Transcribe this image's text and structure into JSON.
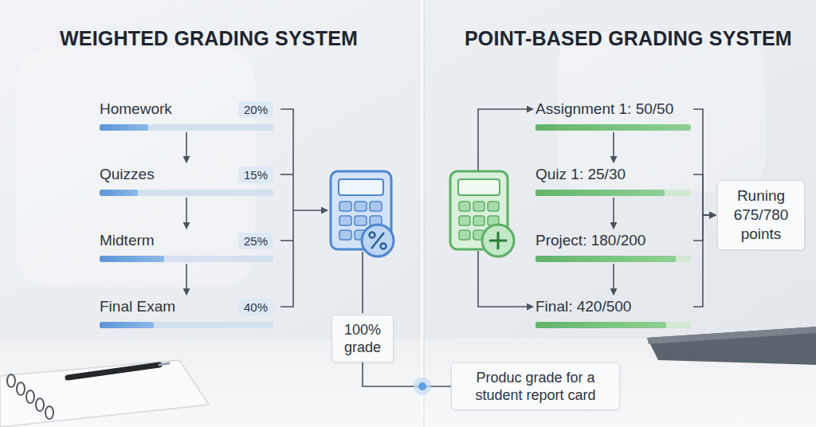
{
  "diagram": {
    "nodes": [
      {
        "text": [
          "Homework",
          "20%"
        ]
      },
      {
        "text": [
          "Quizzes",
          "15%"
        ]
      },
      {
        "text": [
          "Midterm",
          "25%"
        ]
      },
      {
        "text": [
          "Final Exam",
          "40%"
        ]
      },
      {
        "text": [
          "100% grade"
        ]
      },
      {
        "text": [
          "Produc grade for a student report card"
        ]
      },
      {
        "text": [
          "Assignment 1: 50/50"
        ]
      },
      {
        "text": [
          "Quiz 1: 25/30"
        ]
      },
      {
        "text": [
          "Project: 180/200"
        ]
      },
      {
        "text": [
          "Final: 420/500"
        ]
      },
      {
        "text": [
          "Runing 675/780 points"
        ]
      }
    ],
    "edges": [
      {
        "from": 0,
        "to": 1,
        "arrow": "to"
      },
      {
        "from": 1,
        "to": 2,
        "arrow": "to"
      },
      {
        "from": 2,
        "to": 3,
        "arrow": "to"
      },
      {
        "from": 4,
        "to": 5,
        "arrow": "none"
      },
      {
        "from": 6,
        "to": 7,
        "arrow": "to"
      },
      {
        "from": 7,
        "to": 8,
        "arrow": "to"
      },
      {
        "from": 8,
        "to": 9,
        "arrow": "to"
      },
      {
        "from": 6,
        "to": 10,
        "arrow": "to"
      },
      {
        "from": 7,
        "to": 10,
        "arrow": "to"
      },
      {
        "from": 8,
        "to": 10,
        "arrow": "to"
      },
      {
        "from": 9,
        "to": 10,
        "arrow": "to"
      }
    ],
    "labels": [
      "WEIGHTED GRADING SYSTEM",
      "POINT-BASED GRADING SYSTEM"
    ]
  }
}
